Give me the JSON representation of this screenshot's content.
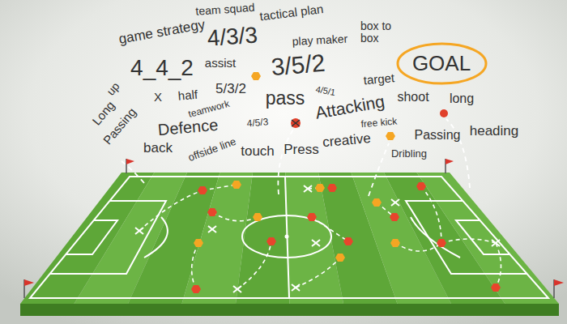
{
  "diagram": {
    "nodes": [
      {
        "text": [
          "GOAL"
        ]
      }
    ],
    "labels": [
      "team squad",
      "tactical plan",
      "game strategy",
      "4/3/3",
      "play maker",
      "box to box",
      "4_4_2",
      "assist",
      "3/5/2",
      "up",
      "Long",
      "X",
      "half",
      "5/3/2",
      "4/5/1",
      "pass",
      "target",
      "Passing",
      "teamwork",
      "Defence",
      "4/5/3",
      "Attacking",
      "shoot",
      "long",
      "back",
      "offside line",
      "touch",
      "Press",
      "creative",
      "free kick",
      "Passing",
      "heading",
      "Dribling"
    ]
  }
}
